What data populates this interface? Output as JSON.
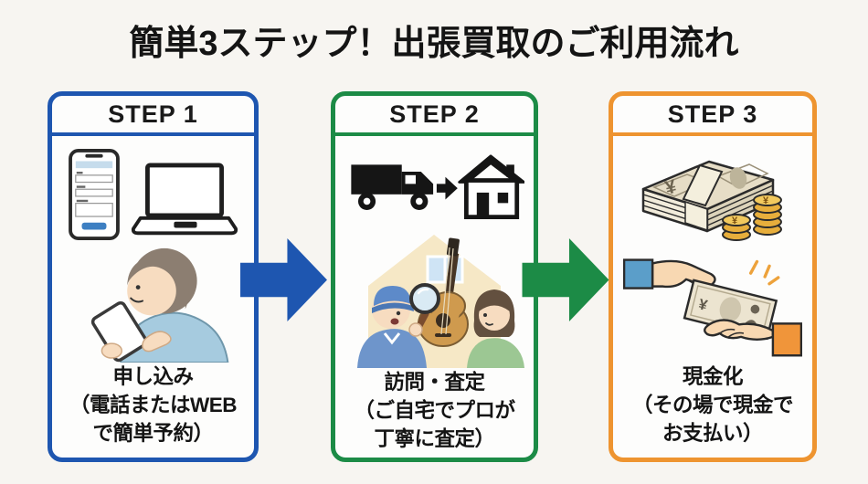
{
  "title": "簡単3ステップ！出張買取のご利用流れ",
  "currency_symbol": "¥",
  "colors": {
    "background": "#f7f5f1",
    "panel_fill": "#fdfdfc",
    "step1_accent": "#1e56b0",
    "step2_accent": "#1c8b46",
    "step3_accent": "#ee9430",
    "arrow_blue": "#1e56b0",
    "arrow_green": "#1c8b46",
    "text": "#141414"
  },
  "steps": [
    {
      "label": "STEP 1",
      "accent": "#1e56b0",
      "caption": [
        "申し込み",
        "（電話またはWEB",
        "で簡単予約）"
      ],
      "icon_names": [
        "smartphone-form-icon",
        "laptop-icon",
        "customer-using-phone-illustration"
      ]
    },
    {
      "label": "STEP 2",
      "accent": "#1c8b46",
      "caption": [
        "訪問・査定",
        "（ご自宅でプロが",
        "丁寧に査定）"
      ],
      "icon_names": [
        "truck-icon",
        "small-arrow-icon",
        "house-icon",
        "appraisal-scene-illustration"
      ]
    },
    {
      "label": "STEP 3",
      "accent": "#ee9430",
      "caption": [
        "現金化",
        "（その場で現金で",
        "お支払い）"
      ],
      "icon_names": [
        "banknote-stack-icon",
        "coin-stacks-icon",
        "cash-handover-illustration"
      ]
    }
  ]
}
